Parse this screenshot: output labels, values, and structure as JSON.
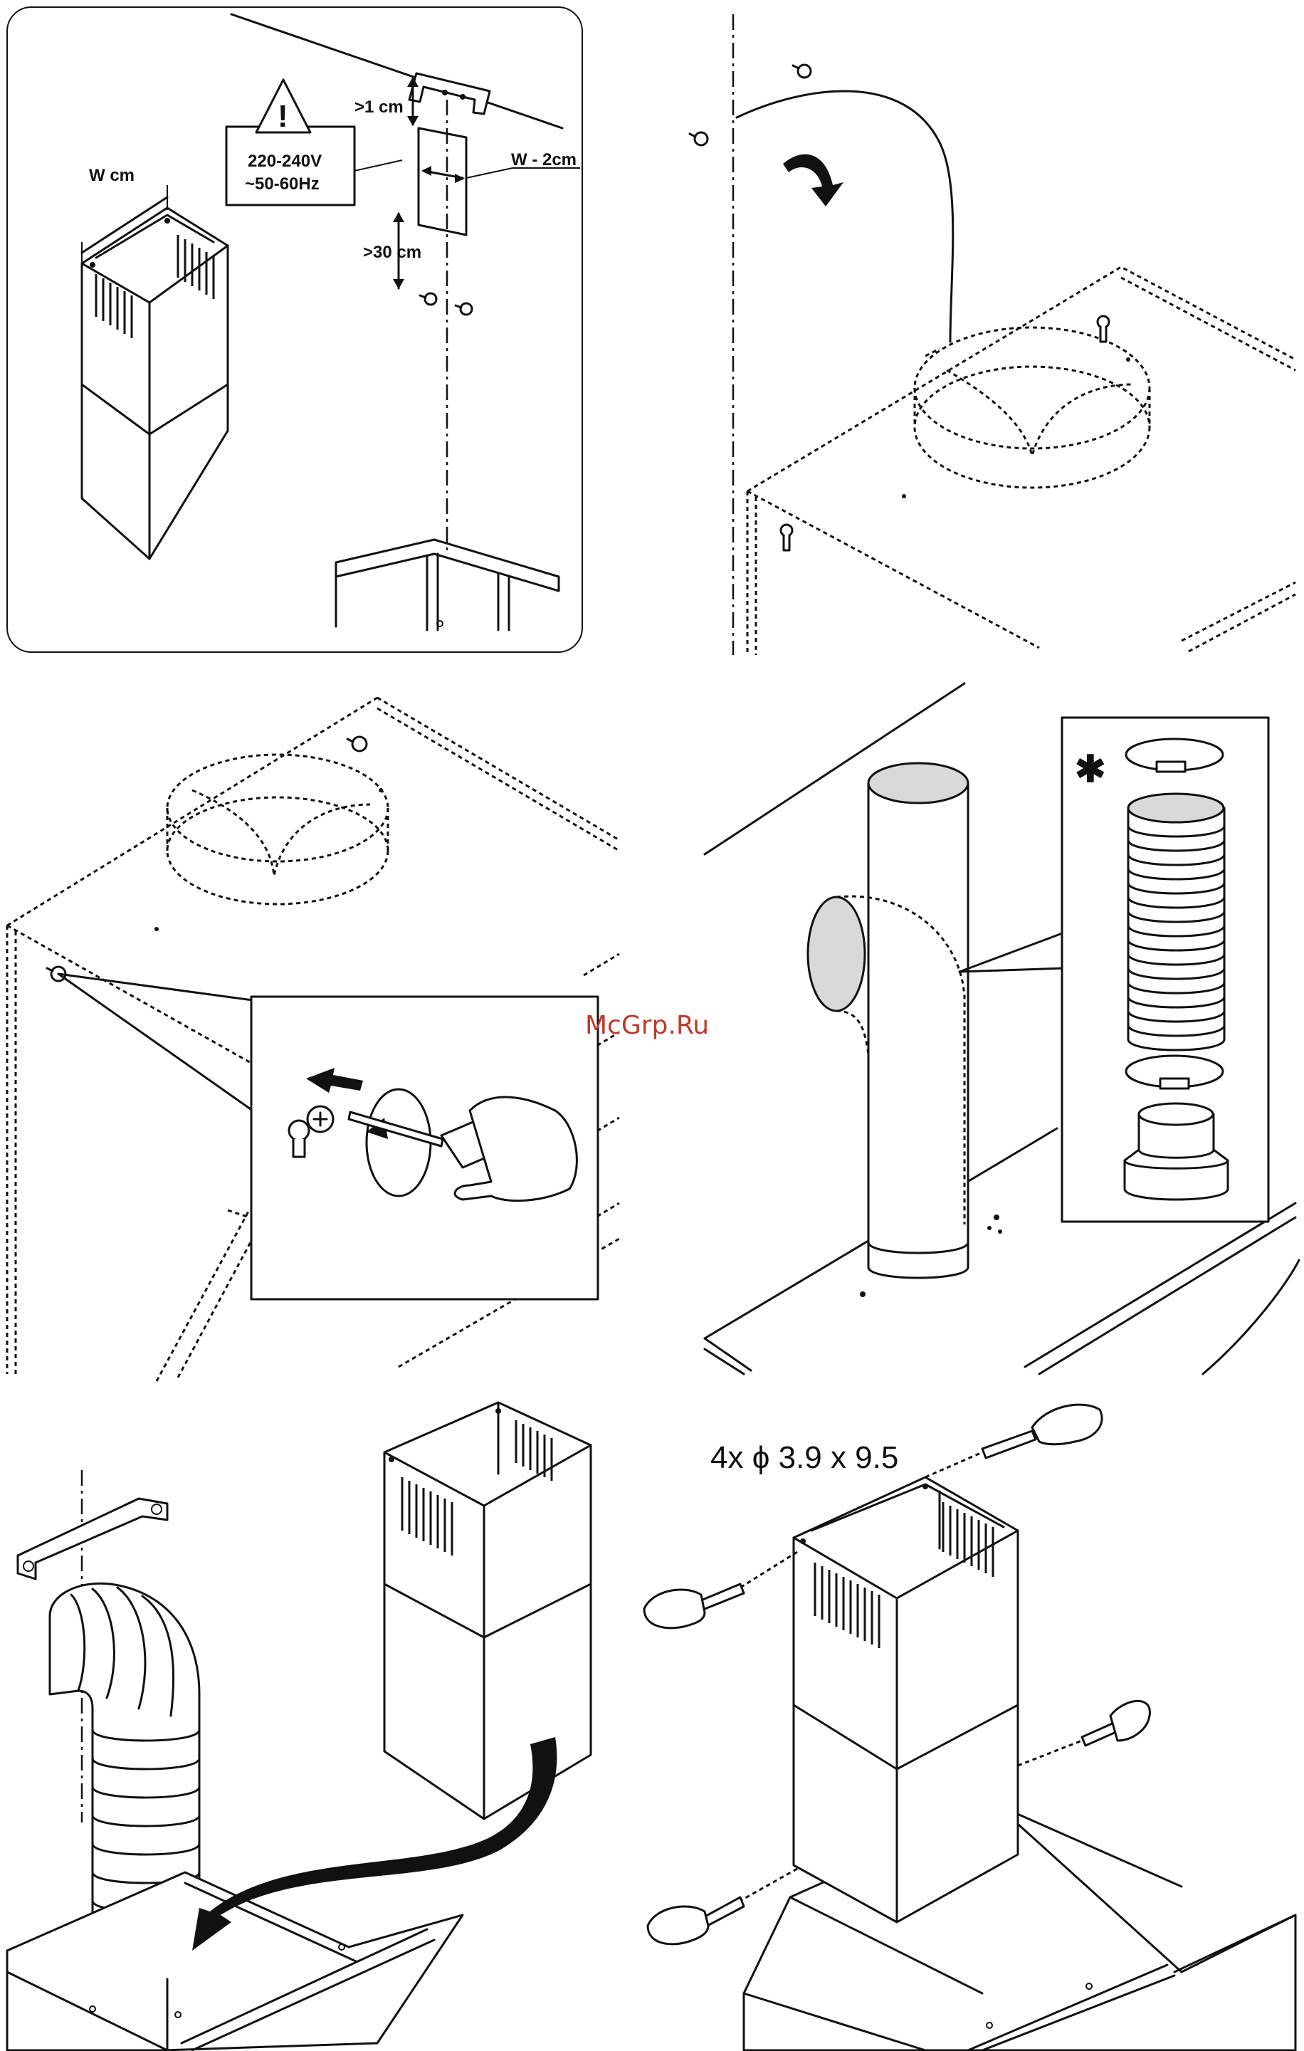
{
  "labels": {
    "gap_top": ">1 cm",
    "width_minus": "W - 2cm",
    "gap_bottom": ">30 cm",
    "chimney_width": "W cm",
    "voltage": "220-240V",
    "frequency": "~50-60Hz",
    "warning_symbol": "!",
    "optional_marker": "✱",
    "screw_spec": "4x ϕ 3.9 x 9.5"
  },
  "watermark": "McGrp.Ru",
  "colors": {
    "line": "#111111",
    "duct_fill": "#d9d9d9",
    "watermark": "#c0392b",
    "background": "#ffffff"
  }
}
